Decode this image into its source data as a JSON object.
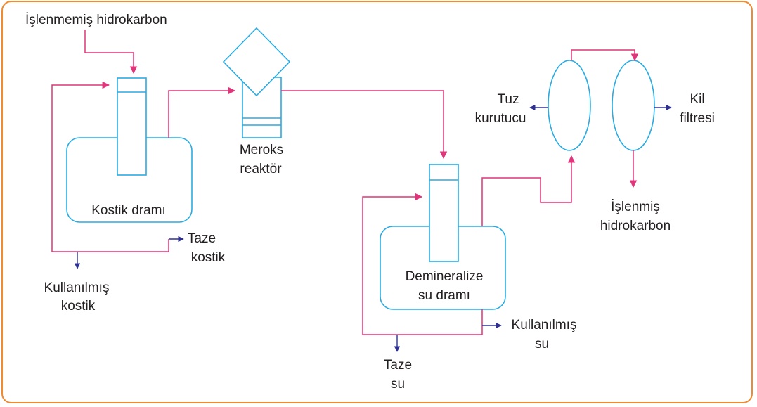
{
  "labels": {
    "raw_hydrocarbon": "İşlenmemiş hidrokarbon",
    "caustic_drum": "Kostik dramı",
    "fresh_caustic_1": "Taze",
    "fresh_caustic_2": "kostik",
    "spent_caustic_1": "Kullanılmış",
    "spent_caustic_2": "kostik",
    "merox_1": "Meroks",
    "merox_2": "reaktör",
    "demin_1": "Demineralize",
    "demin_2": "su dramı",
    "spent_water_1": "Kullanılmış",
    "spent_water_2": "su",
    "fresh_water_1": "Taze",
    "fresh_water_2": "su",
    "salt_1": "Tuz",
    "salt_2": "kurutucu",
    "clay_1": "Kil",
    "clay_2": "filtresi",
    "treated_1": "İşlenmiş",
    "treated_2": "hidrokarbon"
  },
  "colors": {
    "frame": "#f08a2e",
    "equipment": "#29abe2",
    "process_flow": "#e0357a",
    "side_stream": "#2e3192",
    "text": "#231f20"
  }
}
